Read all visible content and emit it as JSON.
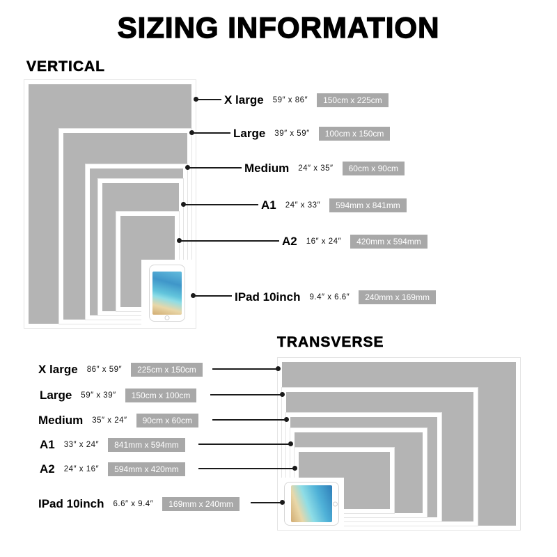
{
  "title": "SIZING INFORMATION",
  "colors": {
    "background": "#ffffff",
    "rect_fill": "#b4b4b4",
    "rect_border": "#ffffff",
    "badge_bg": "#a8a8a8",
    "badge_text": "#ffffff",
    "text": "#000000"
  },
  "vertical": {
    "heading": "VERTICAL",
    "rows": [
      {
        "name": "X large",
        "inches": "59″ x 86″",
        "metric": "150cm x 225cm"
      },
      {
        "name": "Large",
        "inches": "39″ x 59″",
        "metric": "100cm x 150cm"
      },
      {
        "name": "Medium",
        "inches": "24″ x 35″",
        "metric": "60cm x 90cm"
      },
      {
        "name": "A1",
        "inches": "24″ x 33″",
        "metric": "594mm x 841mm"
      },
      {
        "name": "A2",
        "inches": "16″ x 24″",
        "metric": "420mm x 594mm"
      },
      {
        "name": "IPad 10inch",
        "inches": "9.4″ x 6.6″",
        "metric": "240mm x 169mm"
      }
    ]
  },
  "transverse": {
    "heading": "TRANSVERSE",
    "rows": [
      {
        "name": "X large",
        "inches": "86″ x 59″",
        "metric": "225cm x 150cm"
      },
      {
        "name": "Large",
        "inches": "59″ x 39″",
        "metric": "150cm x 100cm"
      },
      {
        "name": "Medium",
        "inches": "35″ x 24″",
        "metric": "90cm x 60cm"
      },
      {
        "name": "A1",
        "inches": "33″ x 24″",
        "metric": "841mm x 594mm"
      },
      {
        "name": "A2",
        "inches": "24″ x 16″",
        "metric": "594mm x 420mm"
      },
      {
        "name": "IPad 10inch",
        "inches": "6.6″ x 9.4″",
        "metric": "169mm x 240mm"
      }
    ]
  }
}
